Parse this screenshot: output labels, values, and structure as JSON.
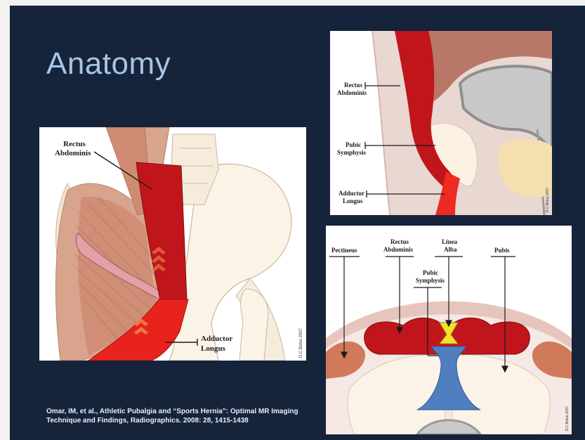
{
  "slide": {
    "title": "Anatomy",
    "citation_line1": "Omar, IM, et al., Athletic Pubalgia and “Sports Hernia”: Optimal MR Imaging",
    "citation_line2": "Technique and Findings, Radiographics. 2008: 28, 1415-1438"
  },
  "figure_left": {
    "label_rectus_line1": "Rectus",
    "label_rectus_line2": "Abdominis",
    "label_adductor_line1": "Adductor",
    "label_adductor_line2": "Longus",
    "signature": "D.C.Bolos 2007"
  },
  "figure_top_right": {
    "label_rectus_line1": "Rectus",
    "label_rectus_line2": "Abdominis",
    "label_pubic_line1": "Pubic",
    "label_pubic_line2": "Symphysis",
    "label_adductor_line1": "Adductor",
    "label_adductor_line2": "Longus",
    "signature": "D.C.Bolos 2007"
  },
  "figure_bottom_right": {
    "label_pectineus": "Pectineus",
    "label_rectus_line1": "Rectus",
    "label_rectus_line2": "Abdominis",
    "label_linea_line1": "Linea",
    "label_linea_line2": "Alba",
    "label_pubis": "Pubis",
    "label_pubic_line1": "Pubic",
    "label_pubic_line2": "Symphysis",
    "signature": "D.C.Bolos 2007"
  },
  "colors": {
    "background": "#15233b",
    "title": "#a9c4e3",
    "muscle_red": "#c0161b",
    "bright_red": "#e8231e",
    "bone": "#f8efe2",
    "symphysis_blue": "#4f7fbf",
    "linea_yellow": "#f6e12a"
  }
}
